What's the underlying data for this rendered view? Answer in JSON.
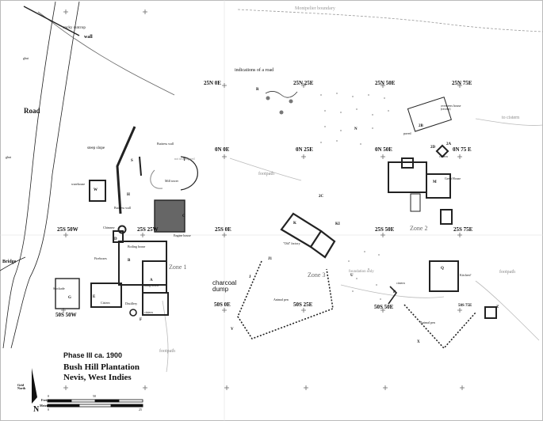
{
  "map": {
    "title_phase": "Phase III ca. 1900",
    "title_site": "Bush Hill Plantation",
    "title_place": "Nevis, West Indies",
    "north_label": "Grid North",
    "north_letter": "N",
    "scale": {
      "feet_label": "Feet",
      "meters_label": "Meters",
      "feet_ticks": [
        "0",
        "50"
      ],
      "meter_ticks": [
        "0",
        "25"
      ]
    }
  },
  "boundary_labels": {
    "montpelier": "Montpelier boundary",
    "rocky_outcrop": "rocky outcrop",
    "wall": "wall",
    "ghut_top": "ghut",
    "ghut_mid": "ghut",
    "road": "Road",
    "bridge": "Bridge",
    "steep_slope": "steep slope",
    "indications_road": "indications of a road",
    "to_cistern": "to cistern",
    "footpath_a": "footpath",
    "footpath_b": "footpath",
    "footpath_c": "footpath",
    "charcoal_dump": "charcoal dump",
    "foundation_only": "foundation only"
  },
  "grid_labels": {
    "g25n0e": "25N 0E",
    "g25n25e": "25N 25E",
    "g25n50e": "25N 50E",
    "g25n75e": "25N 75E",
    "g0n0e": "0N 0E",
    "g0n25e": "0N 25E",
    "g0n50e": "0N 50E",
    "g0n75e": "0N 75 E",
    "g25s50w": "25S 50W",
    "g25s25w": "25S 25W",
    "g25s0e": "25S 0E",
    "g25s50e": "25S 50E",
    "g25s75e": "25S 75E",
    "g50s0e": "50S 0E",
    "g50s25e": "50S 25E",
    "g50s50e": "50S 50E",
    "g50s75e": "50S 75E",
    "g50s50w": "50S 50W"
  },
  "zones": {
    "zone1": "Zone 1",
    "zone2": "Zone 2",
    "zone3": "Zone 3"
  },
  "features": {
    "warehouse": "warehouse",
    "w": "W",
    "h": "H",
    "s": "S",
    "buttress_wall": "Buttress wall",
    "buttress_wall2": "Buttress wall",
    "t": "T",
    "not_investigated": "not investigated",
    "mill_tower": "Mill tower",
    "c": "C",
    "engine_house": "Engine house",
    "chimney": "Chimney",
    "d": "D",
    "boiling_house": "Boiling house",
    "fireboxes": "Fireboxes",
    "b": "B",
    "a": "A",
    "curing_house": "curing house",
    "e": "E",
    "cistern_e": "Cistern",
    "distillery": "Distillery",
    "f": "F",
    "cistern_f": "cistern",
    "g": "G",
    "stockade": "Stockade",
    "r": "R",
    "n": "N",
    "2b": "2B",
    "overseers_house": "overseers house (recent)",
    "paved": "paved",
    "2d": "2D",
    "2a": "2A",
    "m": "M",
    "great_house": "Great House",
    "cistern_2": "cistern",
    "2c": "2C",
    "k": "K",
    "ki": "KI",
    "old_factory": "\"Old\" factory",
    "j1": "J1",
    "j": "J",
    "animal_pen": "Animal pen",
    "u": "U",
    "cistern_p": "cistern",
    "p": "P",
    "q": "Q",
    "kitchen": "Kitchen?",
    "z": "Z",
    "x": "X",
    "animal_pen2": "Animal pen",
    "v": "V"
  }
}
